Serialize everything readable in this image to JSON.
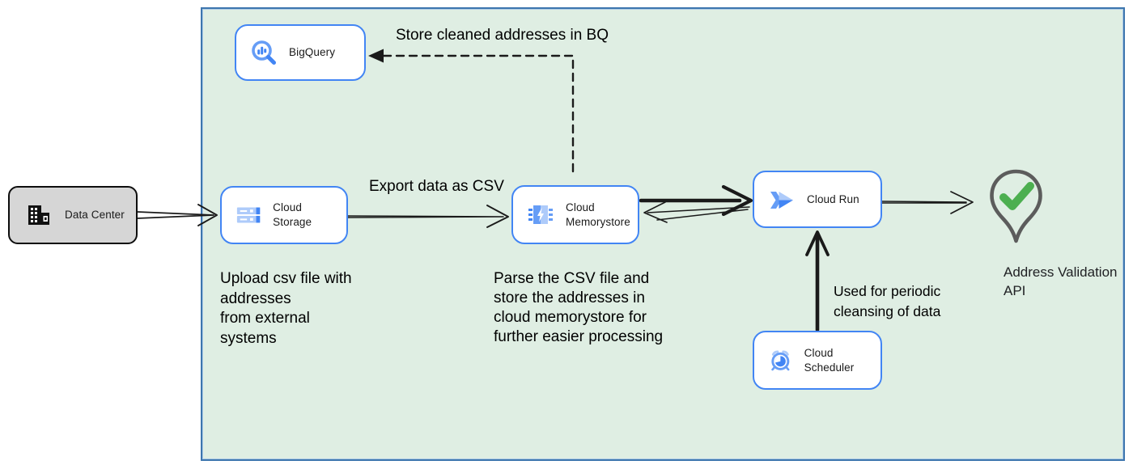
{
  "diagram": {
    "title_hint": "GCP address cleansing architecture",
    "nodes": {
      "data_center": {
        "label": "Data Center"
      },
      "bigquery": {
        "label": "BigQuery"
      },
      "cloud_storage": {
        "label": "Cloud Storage"
      },
      "memorystore": {
        "label_line1": "Cloud",
        "label_line2": "Memorystore"
      },
      "cloud_run": {
        "label": "Cloud Run"
      },
      "cloud_scheduler": {
        "label": "Cloud Scheduler"
      },
      "address_validation": {
        "label_line1": "Address Validation",
        "label_line2": "API"
      }
    },
    "edge_labels": {
      "store_cleaned": "Store cleaned addresses in BQ",
      "export_csv": "Export data as CSV",
      "periodic_line1": "Used for periodic",
      "periodic_line2": "cleansing of data"
    },
    "annotations": {
      "upload": {
        "line1": "Upload csv file with",
        "line2": "addresses",
        "line3": "from external",
        "line4": "systems"
      },
      "parse": {
        "line1": "Parse the CSV file and",
        "line2": "store the addresses in",
        "line3": "cloud  memorystore for",
        "line4": "further easier processing"
      }
    },
    "icons": {
      "bigquery": "magnifier-with-bar-chart",
      "cloud_storage": "stacked-storage-bars",
      "memorystore": "chip-with-lightning-bolt",
      "cloud_run": "double-chevron-arrow",
      "cloud_scheduler": "alarm-clock",
      "data_center": "building",
      "address_validation": "location-pin-with-checkmark"
    },
    "colors": {
      "boundary_fill": "#dfeee3",
      "boundary_border": "#3d76ae",
      "node_border": "#4285f4",
      "google_blue": "#4285f4",
      "light_blue": "#aecbfa",
      "mid_blue": "#669df6",
      "datacenter_fill": "#d6d6d6",
      "arrow_black": "#1a1a1a",
      "pin_gray": "#5c5c5c",
      "check_green": "#4caf50"
    }
  }
}
